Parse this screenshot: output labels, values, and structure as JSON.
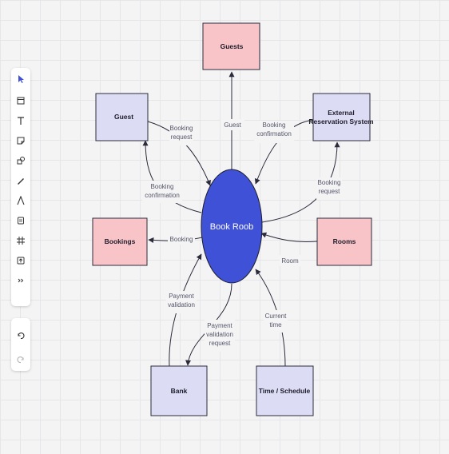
{
  "colors": {
    "entity_fill": "#dddcf5",
    "store_fill": "#f9c4c8",
    "process_fill": "#3f51d6",
    "stroke": "#2b2b3b"
  },
  "toolbar": {
    "tools": [
      {
        "name": "select-tool",
        "icon": "pointer-icon"
      },
      {
        "name": "frame-tool",
        "icon": "frame-icon"
      },
      {
        "name": "text-tool",
        "icon": "text-icon"
      },
      {
        "name": "sticky-note-tool",
        "icon": "sticky-note-icon"
      },
      {
        "name": "shapes-tool",
        "icon": "shapes-icon"
      },
      {
        "name": "pen-tool",
        "icon": "pen-icon"
      },
      {
        "name": "line-tool",
        "icon": "line-icon"
      },
      {
        "name": "comment-tool",
        "icon": "comment-icon"
      },
      {
        "name": "crop-frame-tool",
        "icon": "grid-frame-icon"
      },
      {
        "name": "upload-tool",
        "icon": "upload-icon"
      },
      {
        "name": "more-tools",
        "icon": "more-icon"
      }
    ],
    "history": [
      {
        "name": "undo-button",
        "icon": "undo-icon"
      },
      {
        "name": "redo-button",
        "icon": "redo-icon"
      }
    ]
  },
  "diagram": {
    "process": {
      "label": "Book Roob"
    },
    "entities": {
      "guests": {
        "label": "Guests"
      },
      "guest": {
        "label": "Guest"
      },
      "external": {
        "label_lines": [
          "External",
          "Reservation System"
        ]
      },
      "bookings": {
        "label": "Bookings"
      },
      "rooms": {
        "label": "Rooms"
      },
      "bank": {
        "label": "Bank"
      },
      "time": {
        "label": "Time / Schedule"
      }
    },
    "edges": {
      "guest_out": {
        "label": "Guest"
      },
      "guest_request": {
        "label_lines": [
          "Booking",
          "request"
        ]
      },
      "guest_confirm": {
        "label_lines": [
          "Booking",
          "confirmation"
        ]
      },
      "external_confirm": {
        "label_lines": [
          "Booking",
          "confirmation"
        ]
      },
      "external_request": {
        "label_lines": [
          "Booking",
          "request"
        ]
      },
      "bookings": {
        "label": "Booking"
      },
      "rooms": {
        "label": "Room"
      },
      "bank_validation": {
        "label_lines": [
          "Payment",
          "validation"
        ]
      },
      "bank_request": {
        "label_lines": [
          "Payment",
          "validation",
          "request"
        ]
      },
      "time": {
        "label_lines": [
          "Current",
          "time"
        ]
      }
    }
  }
}
